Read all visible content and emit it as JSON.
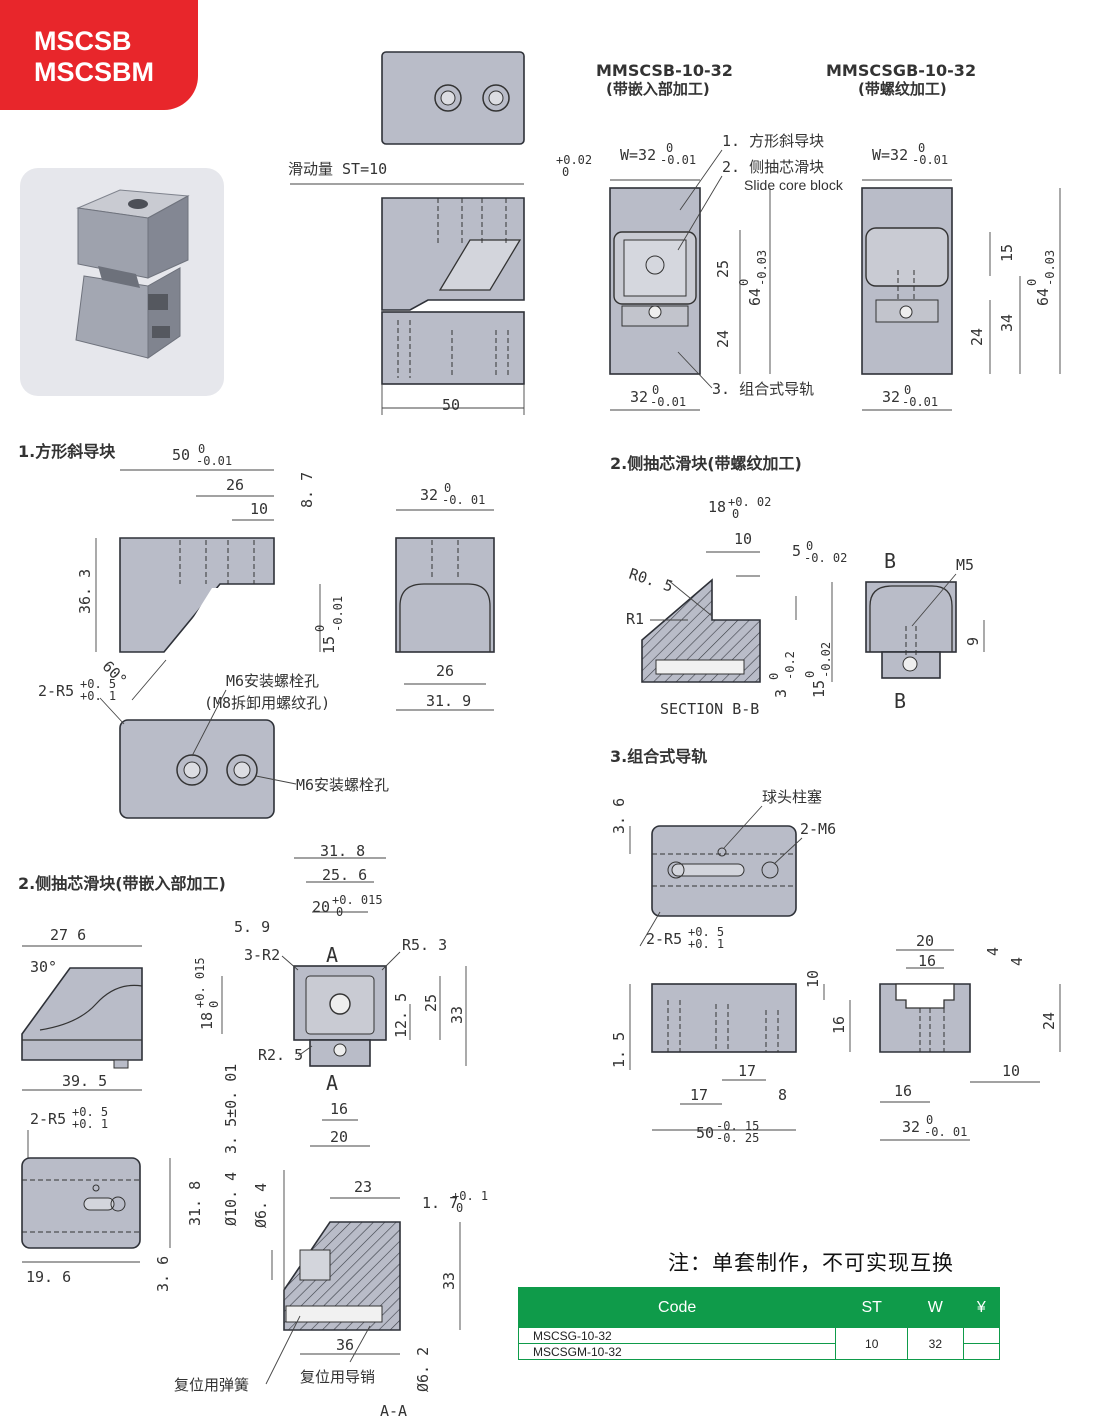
{
  "badge": {
    "line1": "MSCSB",
    "line2": "MSCSBM"
  },
  "headers": {
    "model_a": "MMSCSB-10-32",
    "model_a_sub": "(带嵌入部加工)",
    "model_b": "MMSCSGB-10-32",
    "model_b_sub": "(带螺纹加工)",
    "sec1": "1.方形斜导块",
    "sec2_thread": "2.侧抽芯滑块(带螺纹加工)",
    "sec3": "3.组合式导轨",
    "sec2_insert": "2.侧抽芯滑块(带嵌入部加工)"
  },
  "callouts": {
    "part1": "1. 方形斜导块",
    "part2": "2. 侧抽芯滑块",
    "part2_en": "Slide core block",
    "part3": "3. 组合式导轨",
    "stroke": "滑动量 ST=10",
    "bolt_m6": "M6安装螺栓孔",
    "thread_m8": "(M8拆卸用螺纹孔)",
    "bolt_m6b": "M6安装螺栓孔",
    "section_bb": "SECTION B-B",
    "ball_plunger": "球头柱塞",
    "spring": "复位用弹簧",
    "pin": "复位用导销",
    "aa": "A-A",
    "label_b_top": "B",
    "label_b_bot": "B",
    "label_a_top": "A",
    "label_a_bot": "A"
  },
  "dims": {
    "w32": "W=32",
    "w32_tol": "0",
    "w32_tol2": "-0.01",
    "w32b": "W=32",
    "w32b_tol": "0",
    "w32b_tol2": "-0.01",
    "d002": "+0.02",
    "d0": "0",
    "d50": "50",
    "d25": "25",
    "d24": "24",
    "d64": "64",
    "d64_tol": "0",
    "d64_tol2": "-0.03",
    "d15": "15",
    "d34": "34",
    "d24b": "24",
    "d64b": "64",
    "d64b_tol": "0",
    "d64b_tol2": "-0.03",
    "d32b": "32",
    "d32b_tol": "0",
    "d32b_tol2": "-0.01",
    "d32c": "32",
    "d32c_tol": "0",
    "d32c_tol2": "-0.01",
    "s1_50": "50",
    "s1_50t": "0",
    "s1_50t2": "-0.01",
    "s1_26": "26",
    "s1_10": "10",
    "s1_87": "8. 7",
    "s1_363": "36. 3",
    "s1_15": "15",
    "s1_15t": "0",
    "s1_15t2": "-0.01",
    "s1_60": "60°",
    "s1_r5": "2-R5",
    "s1_r5t": "+0. 5",
    "s1_r5t2": "+0. 1",
    "s1_32": "32",
    "s1_32t": "0",
    "s1_32t2": "-0. 01",
    "s1_26b": "26",
    "s1_319": "31. 9",
    "s2_18": "18",
    "s2_18t": "+0. 02",
    "s2_18t2": "0",
    "s2_10": "10",
    "s2_5": "5",
    "s2_5t": "0",
    "s2_5t2": "-0. 02",
    "s2_r05": "R0. 5",
    "s2_r1": "R1",
    "s2_m5": "M5",
    "s2_9": "9",
    "s2_3": "3",
    "s2_3t": "0",
    "s2_3t2": "-0.2",
    "s2_15": "15",
    "s2_15t": "0",
    "s2_15t2": "-0.02",
    "s3_36": "3. 6",
    "s3_2m6": "2-M6",
    "s3_r5": "2-R5",
    "s3_r5t": "+0. 5",
    "s3_r5t2": "+0. 1",
    "s3_10": "10",
    "s3_16": "16",
    "s3_15": "1. 5",
    "s3_17a": "17",
    "s3_17b": "17",
    "s3_8": "8",
    "s3_50": "50",
    "s3_50t": "-0. 15",
    "s3_50t2": "-0. 25",
    "s3_20": "20",
    "s3_16b": "16",
    "s3_4a": "4",
    "s3_4b": "4",
    "s3_24": "24",
    "s3_16c": "16",
    "s3_10b": "10",
    "s3_32": "32",
    "s3_32t": "0",
    "s3_32t2": "-0. 01",
    "i_276": "27 6",
    "i_30": "30°",
    "i_395": "39. 5",
    "i_r5": "2-R5",
    "i_r5t": "+0. 5",
    "i_r5t2": "+0. 1",
    "i_318v": "31. 8",
    "i_196": "19. 6",
    "i_36": "3. 6",
    "i_318": "31. 8",
    "i_256": "25. 6",
    "i_20": "20",
    "i_20t": "+0. 015",
    "i_20t2": "0",
    "i_59": "5. 9",
    "i_3r2": "3-R2",
    "i_r53": "R5. 3",
    "i_18": "18",
    "i_18t": "+0. 015",
    "i_18t2": "0",
    "i_125": "12. 5",
    "i_25": "25",
    "i_33": "33",
    "i_r25": "R2. 5",
    "i_16": "16",
    "i_20b": "20",
    "i_35": "3. 5±0. 01",
    "i_104": "Ø10. 4",
    "i_64": "Ø6. 4",
    "i_23": "23",
    "i_17": "1. 7",
    "i_17t": "+0. 1",
    "i_17t2": "0",
    "i_33b": "33",
    "i_36b": "36",
    "i_62": "Ø6. 2"
  },
  "note": "注：单套制作，不可实现互换",
  "table": {
    "headers": [
      "Code",
      "ST",
      "W",
      "¥"
    ],
    "codes": [
      "MSCSG-10-32",
      "MSCSGM-10-32"
    ],
    "st": "10",
    "w": "32",
    "price": ""
  },
  "colors": {
    "brand_red": "#e8262b",
    "table_green": "#0f9b4a",
    "part_fill": "#b9bcc8"
  }
}
